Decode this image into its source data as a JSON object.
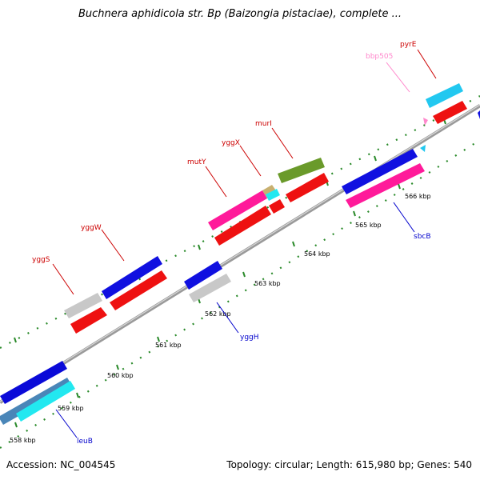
{
  "title": "Buchnera aphidicola str. Bp (Baizongia pistaciae), complete ...",
  "footer": {
    "accession": "Accession: NC_004545",
    "summary": "Topology: circular; Length: 615,980 bp; Genes: 540"
  },
  "colors": {
    "forward_label": "#cc0000",
    "reverse_label": "#0000cc",
    "rna_label": "#ff88cc",
    "tick": "#2a8a2a",
    "backbone": "#888888"
  },
  "ticks": [
    "558 kbp",
    "559 kbp",
    "560 kbp",
    "561 kbp",
    "562 kbp",
    "563 kbp",
    "564 kbp",
    "565 kbp",
    "566 kbp"
  ],
  "gene_labels": {
    "yggS": "yggS",
    "yggW": "yggW",
    "mutY": "mutY",
    "yggX": "yggX",
    "murI": "murI",
    "bbp505": "bbp505",
    "pyrE": "pyrE",
    "sbcB": "sbcB",
    "yggH": "yggH",
    "leuB": "leuB"
  }
}
